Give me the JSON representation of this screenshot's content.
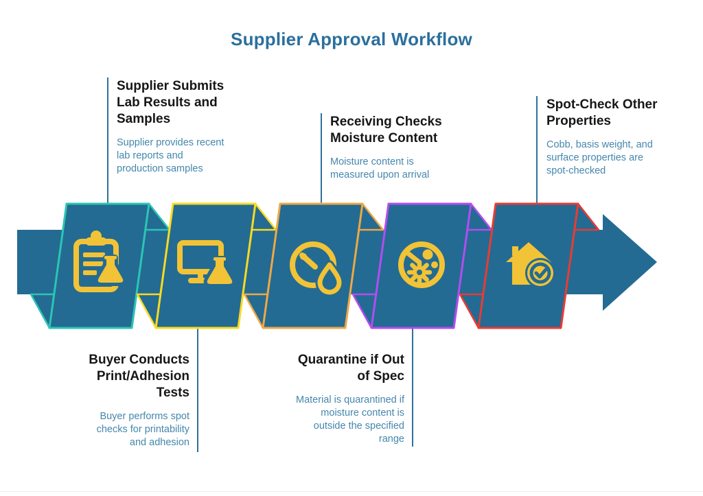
{
  "title": "Supplier Approval Workflow",
  "colors": {
    "panel": "#236b93",
    "icon": "#f2c336",
    "connector": "#2d719c",
    "heading": "#2b6f9e",
    "step-title": "#161616",
    "step-desc": "#4487ac"
  },
  "steps": [
    {
      "index": 1,
      "position": "top",
      "accent": "#2cc5b3",
      "icon": "clipboard-flask-icon",
      "title": "Supplier Submits Lab Results and Samples",
      "description": "Supplier provides recent lab reports and production samples"
    },
    {
      "index": 2,
      "position": "bottom",
      "accent": "#fbda20",
      "icon": "monitor-flask-icon",
      "title": "Buyer Conducts Print/Adhesion Tests",
      "description": "Buyer performs spot checks for printability and adhesion"
    },
    {
      "index": 3,
      "position": "top",
      "accent": "#efa844",
      "icon": "gauge-droplet-icon",
      "title": "Receiving Checks Moisture Content",
      "description": "Moisture content is measured upon arrival"
    },
    {
      "index": 4,
      "position": "bottom",
      "accent": "#b44cf0",
      "icon": "petri-dish-gear-icon",
      "title": "Quarantine if Out of Spec",
      "description": "Material is quarantined if moisture content is outside the specified range"
    },
    {
      "index": 5,
      "position": "top",
      "accent": "#ea3b33",
      "icon": "house-check-icon",
      "title": "Spot-Check Other Properties",
      "description": "Cobb, basis weight, and surface properties are spot-checked"
    }
  ]
}
